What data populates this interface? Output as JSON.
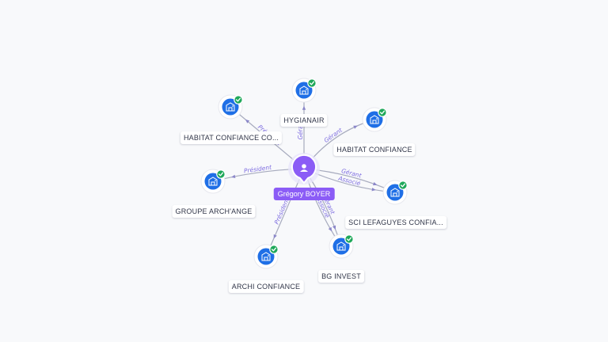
{
  "center_person": {
    "name": "Grégory BOYER",
    "icon": "user-icon",
    "color": "#8b5cf6"
  },
  "companies": [
    {
      "id": "hygianair",
      "name": "HYGIANAIR",
      "verified": true,
      "icon": "building-icon"
    },
    {
      "id": "habitat-confiance-co",
      "name": "HABITAT CONFIANCE CO...",
      "verified": true,
      "icon": "building-icon"
    },
    {
      "id": "habitat-confiance",
      "name": "HABITAT CONFIANCE",
      "verified": true,
      "icon": "building-icon"
    },
    {
      "id": "groupe-archange",
      "name": "GROUPE ARCH'ANGE",
      "verified": true,
      "icon": "building-icon"
    },
    {
      "id": "sci-lefaguyes",
      "name": "SCI LEFAGUYES CONFIA...",
      "verified": true,
      "icon": "building-icon"
    },
    {
      "id": "archi-confiance",
      "name": "ARCHI CONFIANCE",
      "verified": true,
      "icon": "building-icon"
    },
    {
      "id": "bg-invest",
      "name": "BG INVEST",
      "verified": true,
      "icon": "building-icon"
    }
  ],
  "roles": [
    {
      "company": "hygianair",
      "label": "Gérant"
    },
    {
      "company": "habitat-confiance-co",
      "label": "Président"
    },
    {
      "company": "habitat-confiance",
      "label": "Gérant"
    },
    {
      "company": "groupe-archange",
      "label": "Président"
    },
    {
      "company": "sci-lefaguyes",
      "label": "Gérant"
    },
    {
      "company": "sci-lefaguyes",
      "label": "Associé"
    },
    {
      "company": "archi-confiance",
      "label": "Président"
    },
    {
      "company": "bg-invest",
      "label": "Gérant"
    },
    {
      "company": "bg-invest",
      "label": "Associé"
    }
  ],
  "colors": {
    "company_node": "#1f6fe6",
    "verified_badge": "#1fa85a",
    "edge": "#a7abbe",
    "role_text": "#7c6be0",
    "background": "#f8f9fb"
  }
}
